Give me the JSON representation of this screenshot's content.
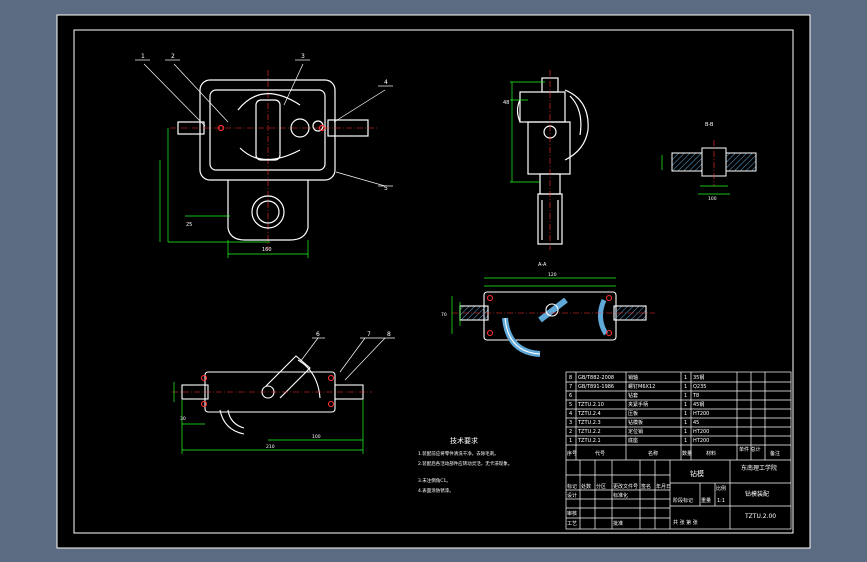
{
  "drawing": {
    "balloons": [
      "1",
      "2",
      "3",
      "4",
      "5",
      "6",
      "7",
      "8"
    ],
    "section_labels": {
      "bb": "B-B",
      "aa": "A-A"
    },
    "dimensions": {
      "front_width": "160",
      "front_bottom": "25",
      "bottom_width": "210",
      "bottom_mid": "100",
      "bottom_left": "30",
      "side_height": "48",
      "bb_width": "100",
      "aa_width": "120",
      "aa_height": "70"
    },
    "tech_requirements": {
      "title": "技术要求",
      "lines": [
        "1.装配前应将零件清洗干净，去除毛刺。",
        "2.装配后各活动部件应转动灵活，无卡滞现象。",
        "3.未注倒角C1。",
        "4.表面涂防锈漆。"
      ]
    },
    "title_block": {
      "header": {
        "seq": "序号",
        "code": "代号",
        "name": "名称",
        "qty": "数量",
        "material": "材料",
        "weight": "单件 总计",
        "note": "备注"
      },
      "product": "钻模",
      "company": "东南理工学院",
      "drawing_name": "钻模装配",
      "drawing_no": "TZTU.2.00",
      "scale": "1:1",
      "rows": [
        {
          "no": "8",
          "code": "GB/T882-2008",
          "name": "销轴",
          "qty": "1",
          "mat": "35钢"
        },
        {
          "no": "7",
          "code": "GB/T891-1986",
          "name": "螺钉M6X12",
          "qty": "1",
          "mat": "Q235"
        },
        {
          "no": "6",
          "code": "",
          "name": "钻套",
          "qty": "1",
          "mat": "T8"
        },
        {
          "no": "5",
          "code": "TZTU.2.10",
          "name": "夹紧手柄",
          "qty": "1",
          "mat": "45钢"
        },
        {
          "no": "4",
          "code": "TZTU.2.4",
          "name": "压板",
          "qty": "1",
          "mat": "HT200"
        },
        {
          "no": "3",
          "code": "TZTU.2.3",
          "name": "钻模板",
          "qty": "1",
          "mat": "45"
        },
        {
          "no": "2",
          "code": "TZTU.2.2",
          "name": "定位销",
          "qty": "1",
          "mat": "HT200"
        },
        {
          "no": "1",
          "code": "TZTU.2.1",
          "name": "底座",
          "qty": "1",
          "mat": "HT200"
        }
      ],
      "labels": {
        "mark": "标记",
        "count": "处数",
        "zone": "分区",
        "change": "更改文件号",
        "sign": "签名",
        "date": "年月日",
        "design": "设计",
        "check": "审核",
        "process": "工艺",
        "approve": "批准",
        "std": "标准化",
        "stage": "阶段标记",
        "weight": "重量",
        "ratio": "比例",
        "sheets": "共 张 第 张"
      }
    }
  }
}
